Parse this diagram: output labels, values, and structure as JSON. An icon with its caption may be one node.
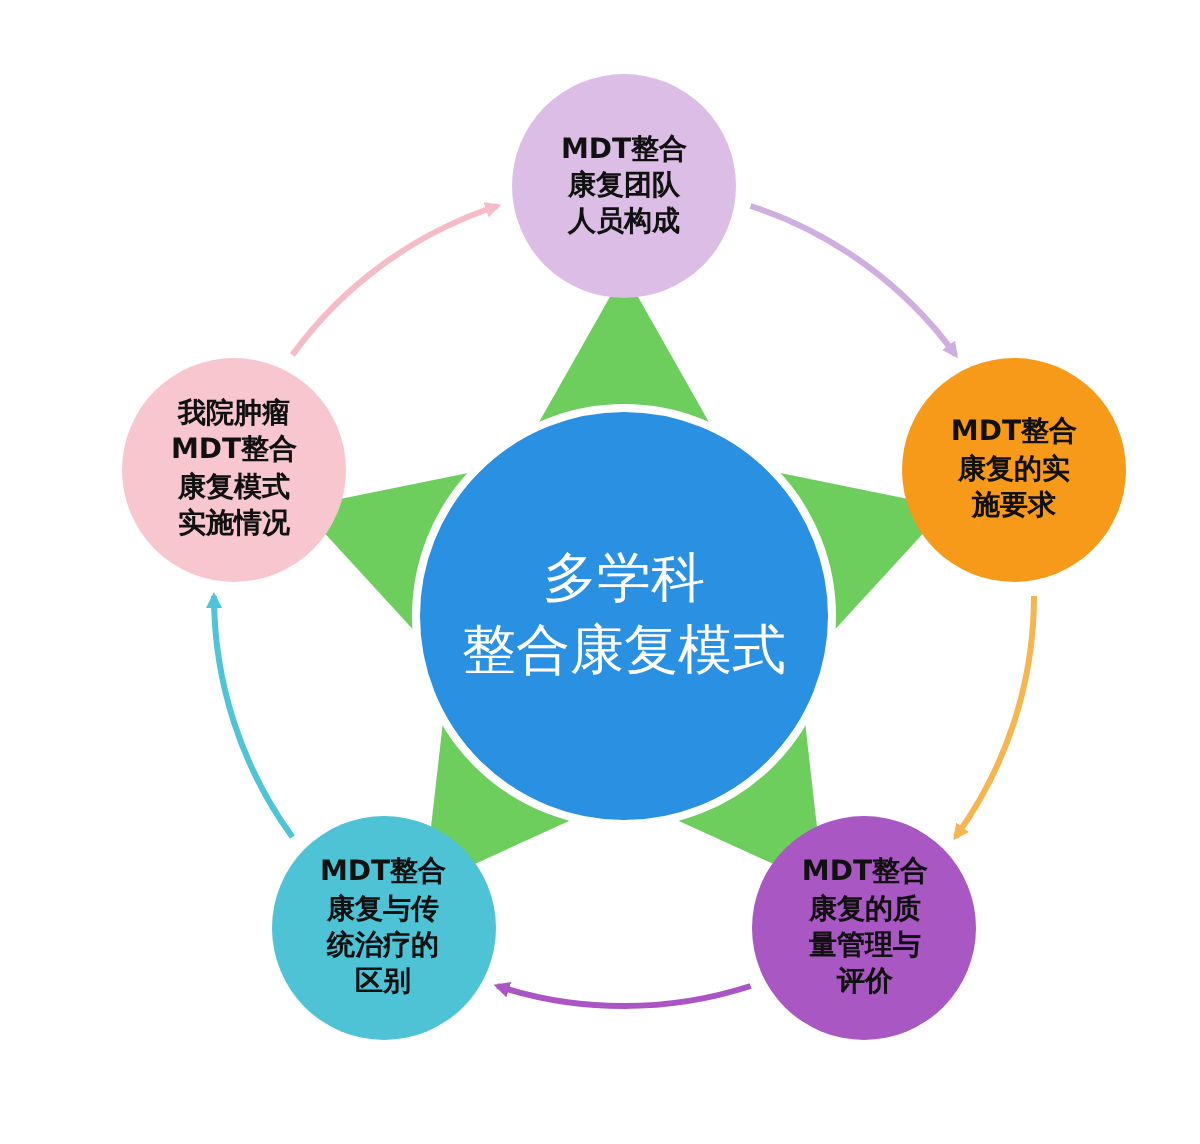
{
  "diagram": {
    "nodes": [
      {
        "text": [
          "多学科",
          "整合康复模式"
        ]
      },
      {
        "text": [
          "MDT整合康复团队人员构成"
        ]
      },
      {
        "text": [
          "MDT整合康复的实施要求"
        ]
      },
      {
        "text": [
          "MDT整合康复的质量管理与评价"
        ]
      },
      {
        "text": [
          "MDT整合康复与传统治疗的区别"
        ]
      },
      {
        "text": [
          "我院肿瘤MDT整合康复模式实施情况"
        ]
      }
    ],
    "edges": [
      {
        "from": 1,
        "to": 2,
        "arrow": "to",
        "color": "#cfaee0"
      },
      {
        "from": 2,
        "to": 3,
        "arrow": "to",
        "color": "#f6b54e"
      },
      {
        "from": 3,
        "to": 4,
        "arrow": "to",
        "color": "#ab55c4"
      },
      {
        "from": 4,
        "to": 5,
        "arrow": "to",
        "color": "#4fc4d8"
      },
      {
        "from": 5,
        "to": 1,
        "arrow": "to",
        "color": "#f5bcc8"
      }
    ]
  }
}
